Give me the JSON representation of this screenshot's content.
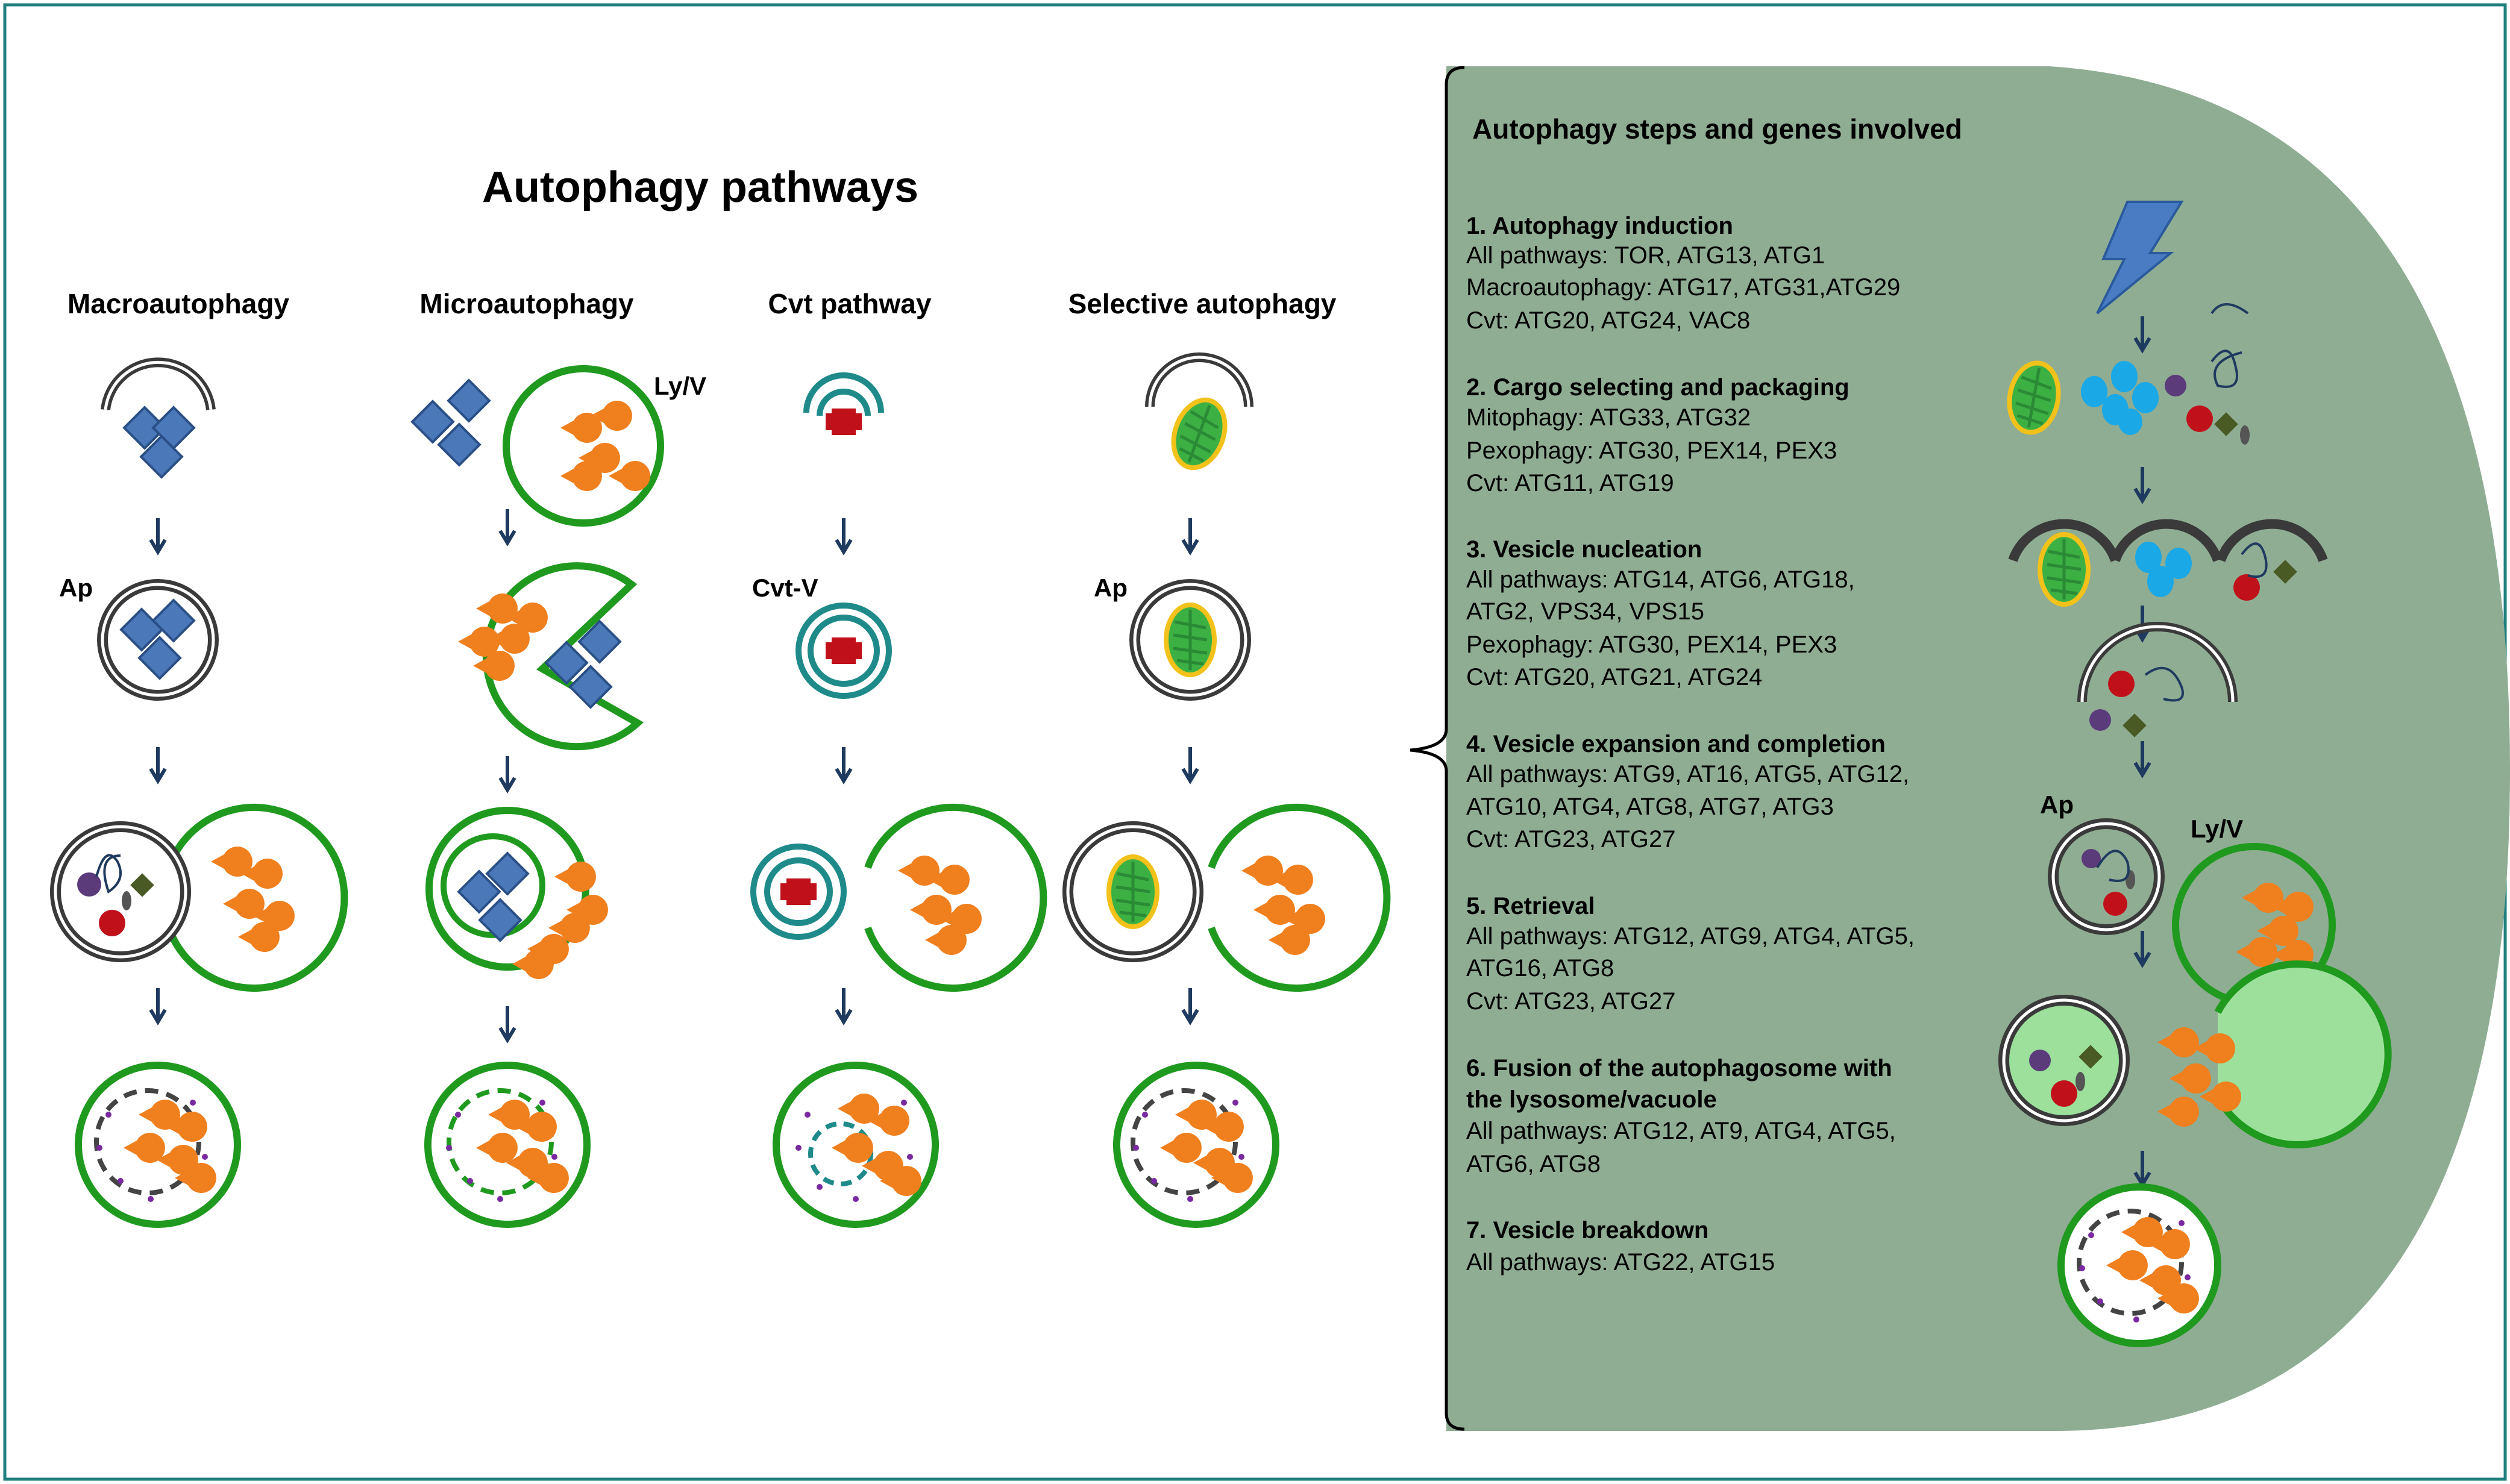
{
  "title": "Autophagy pathways",
  "pathways": [
    "Macroautophagy",
    "Microautophagy",
    "Cvt pathway",
    "Selective autophagy"
  ],
  "labels": {
    "ap": "Ap",
    "lyv": "Ly/V",
    "cvtv": "Cvt-V"
  },
  "steps_panel": {
    "title": "Autophagy steps and genes involved",
    "steps": [
      {
        "heading": "1. Autophagy induction",
        "lines": [
          "All pathways: TOR, ATG13, ATG1",
          "Macroautophagy: ATG17, ATG31,ATG29",
          "Cvt: ATG20, ATG24, VAC8"
        ]
      },
      {
        "heading": "2. Cargo selecting  and packaging",
        "lines": [
          "Mitophagy: ATG33, ATG32",
          "Pexophagy: ATG30, PEX14, PEX3",
          "Cvt: ATG11, ATG19"
        ]
      },
      {
        "heading": "3. Vesicle nucleation",
        "lines": [
          "All pathways: ATG14, ATG6, ATG18,",
          "ATG2, VPS34, VPS15",
          "Pexophagy: ATG30, PEX14, PEX3",
          "Cvt: ATG20, ATG21, ATG24"
        ]
      },
      {
        "heading": "4. Vesicle expansion and completion",
        "lines": [
          "All pathways: ATG9, AT16, ATG5, ATG12,",
          "ATG10, ATG4, ATG8, ATG7, ATG3",
          "Cvt: ATG23, ATG27"
        ]
      },
      {
        "heading": "5. Retrieval",
        "lines": [
          "All pathways: ATG12, ATG9, ATG4, ATG5,",
          "ATG16, ATG8",
          "Cvt: ATG23, ATG27"
        ]
      },
      {
        "heading": "6. Fusion of the autophagosome with",
        "heading2": "the lysosome/vacuole",
        "lines": [
          "All pathways: ATG12, AT9, ATG4, ATG5,",
          "ATG6, ATG8"
        ]
      },
      {
        "heading": "7. Vesicle breakdown",
        "lines": [
          "All pathways: ATG22, ATG15"
        ]
      }
    ]
  },
  "colors": {
    "frame": "#1f7f7f",
    "panel": "#8fad93",
    "membrane": "#3a3a3a",
    "lysosome": "#1f9a1f",
    "cvt": "#1f8a8a",
    "cargo_blue": "#4a78b8",
    "hydrolase": "#f07f1e",
    "mito_fill": "#3cb043",
    "mito_rim": "#f2c21b",
    "aminopeptidase": "#c0111b",
    "arrow": "#1f3a5f",
    "bolt": "#4a7cc4",
    "peroxisome": "#1aa8e6"
  }
}
